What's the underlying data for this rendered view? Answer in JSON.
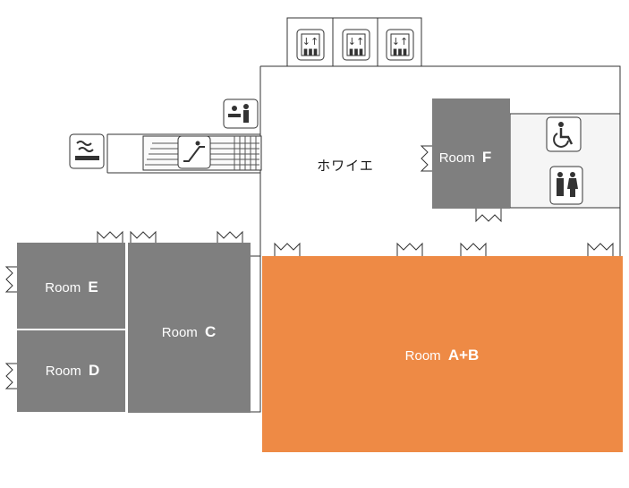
{
  "foyer_label": "ホワイエ",
  "rooms": {
    "ab": {
      "prefix": "Room",
      "letter": "A+B"
    },
    "c": {
      "prefix": "Room",
      "letter": "C"
    },
    "d": {
      "prefix": "Room",
      "letter": "D"
    },
    "e": {
      "prefix": "Room",
      "letter": "E"
    },
    "f": {
      "prefix": "Room",
      "letter": "F"
    }
  },
  "colors": {
    "room_ab": "#ee8a45",
    "room_gray": "#7f7f7f",
    "restroom_area": "#f5f5f5"
  },
  "icons": {
    "elevator": "elevator-icon",
    "escalator": "escalator-icon",
    "smoking": "smoking-area-icon",
    "reception": "reception-icon",
    "accessible": "wheelchair-icon",
    "restroom": "restroom-icon"
  }
}
